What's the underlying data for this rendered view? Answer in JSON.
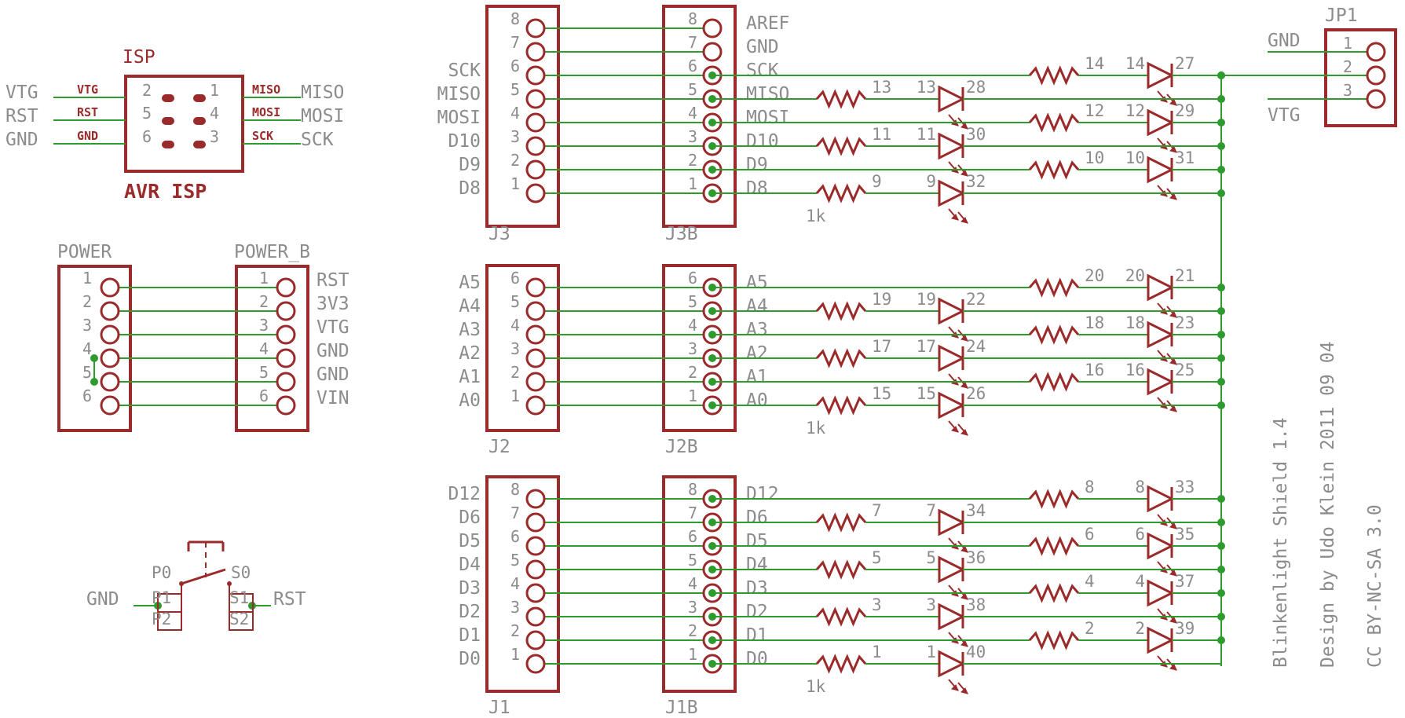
{
  "colors": {
    "wire": "#2e9b2e",
    "part": "#9b2a2a",
    "text": "#8c8c8c",
    "junction": "#2e9b2e"
  },
  "isp": {
    "title": "ISP",
    "subtitle": "AVR ISP",
    "left_labels": [
      "VTG",
      "RST",
      "GND"
    ],
    "left_tags": [
      "VTG",
      "RST",
      "GND"
    ],
    "left_pins": [
      "2",
      "5",
      "6"
    ],
    "right_pins": [
      "1",
      "4",
      "3"
    ],
    "right_tags": [
      "MISO",
      "MOSI",
      "SCK"
    ],
    "right_labels": [
      "MISO",
      "MOSI",
      "SCK"
    ]
  },
  "power": {
    "title": "POWER",
    "title_b": "POWER_B",
    "pins": [
      "1",
      "2",
      "3",
      "4",
      "5",
      "6"
    ],
    "signals": [
      "RST",
      "3V3",
      "VTG",
      "GND",
      "GND",
      "VIN"
    ]
  },
  "switch": {
    "p0": "P0",
    "s0": "S0",
    "p1": "P1",
    "p2": "P2",
    "s1": "S1",
    "s2": "S2",
    "left": "GND",
    "right": "RST"
  },
  "jp1": {
    "title": "JP1",
    "pins": [
      "1",
      "2",
      "3"
    ],
    "labels": [
      "GND",
      "VTG"
    ]
  },
  "groups": [
    {
      "left": "J3",
      "right": "J3B",
      "pins": [
        "8",
        "7",
        "6",
        "5",
        "4",
        "3",
        "2",
        "1"
      ],
      "left_labels": [
        "",
        "",
        "SCK",
        "MISO",
        "MOSI",
        "D10",
        "D9",
        "D8"
      ],
      "right_labels": [
        "AREF",
        "GND",
        "SCK",
        "MISO",
        "MOSI",
        "D10",
        "D9",
        "D8"
      ],
      "rows": [
        {
          "s": 2,
          "col": "far",
          "r": "14",
          "d": "27"
        },
        {
          "s": 3,
          "col": "near",
          "r": "13",
          "d": "28"
        },
        {
          "s": 4,
          "col": "far",
          "r": "12",
          "d": "29"
        },
        {
          "s": 5,
          "col": "near",
          "r": "11",
          "d": "30"
        },
        {
          "s": 6,
          "col": "far",
          "r": "10",
          "d": "31"
        },
        {
          "s": 7,
          "col": "near",
          "r": "9",
          "d": "32"
        }
      ],
      "value": "1k"
    },
    {
      "left": "J2",
      "right": "J2B",
      "pins": [
        "6",
        "5",
        "4",
        "3",
        "2",
        "1"
      ],
      "left_labels": [
        "A5",
        "A4",
        "A3",
        "A2",
        "A1",
        "A0"
      ],
      "right_labels": [
        "A5",
        "A4",
        "A3",
        "A2",
        "A1",
        "A0"
      ],
      "rows": [
        {
          "s": 0,
          "col": "far",
          "r": "20",
          "d": "21"
        },
        {
          "s": 1,
          "col": "near",
          "r": "19",
          "d": "22"
        },
        {
          "s": 2,
          "col": "far",
          "r": "18",
          "d": "23"
        },
        {
          "s": 3,
          "col": "near",
          "r": "17",
          "d": "24"
        },
        {
          "s": 4,
          "col": "far",
          "r": "16",
          "d": "25"
        },
        {
          "s": 5,
          "col": "near",
          "r": "15",
          "d": "26"
        }
      ],
      "value": "1k"
    },
    {
      "left": "J1",
      "right": "J1B",
      "pins": [
        "8",
        "7",
        "6",
        "5",
        "4",
        "3",
        "2",
        "1"
      ],
      "left_labels": [
        "D12",
        "D6",
        "D5",
        "D4",
        "D3",
        "D2",
        "D1",
        "D0"
      ],
      "right_labels": [
        "D12",
        "D6",
        "D5",
        "D4",
        "D3",
        "D2",
        "D1",
        "D0"
      ],
      "rows": [
        {
          "s": 0,
          "col": "far",
          "r": "8",
          "d": "33"
        },
        {
          "s": 1,
          "col": "near",
          "r": "7",
          "d": "34"
        },
        {
          "s": 2,
          "col": "far",
          "r": "6",
          "d": "35"
        },
        {
          "s": 3,
          "col": "near",
          "r": "5",
          "d": "36"
        },
        {
          "s": 4,
          "col": "far",
          "r": "4",
          "d": "37"
        },
        {
          "s": 5,
          "col": "near",
          "r": "3",
          "d": "38"
        },
        {
          "s": 6,
          "col": "far",
          "r": "2",
          "d": "39"
        },
        {
          "s": 7,
          "col": "near",
          "r": "1",
          "d": "40"
        }
      ],
      "value": "1k"
    }
  ],
  "credits": [
    "Blinkenlight Shield 1.4",
    "Design by Udo Klein 2011 09 04",
    "CC BY-NC-SA 3.0"
  ]
}
